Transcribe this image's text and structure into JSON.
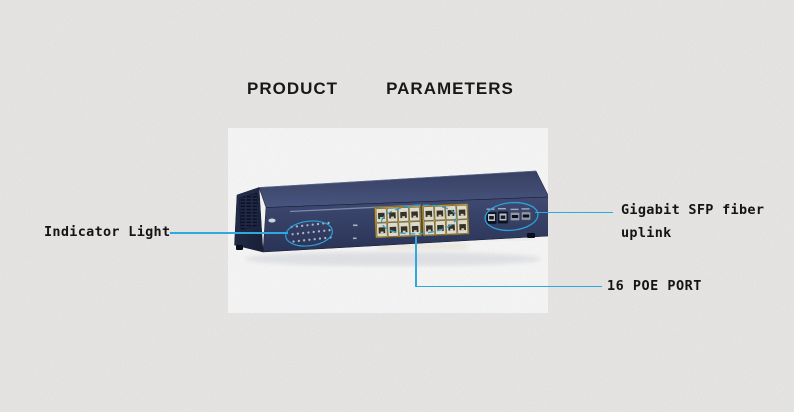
{
  "title": {
    "word1": "PRODUCT",
    "word2": "PARAMETERS",
    "full_text": "PRODUCT PARAMETERS"
  },
  "callouts": {
    "indicator_light": {
      "label": "Indicator Light"
    },
    "sfp_uplink": {
      "line1": "Gigabit SFP fiber",
      "line2": "uplink"
    },
    "poe": {
      "label": "16 POE PORT"
    }
  },
  "colors": {
    "accent": "#2da9e0",
    "page_bg": "#eeedec",
    "photo_bg": "#fdfdfd",
    "title_color": "#1a1a1a",
    "label_color": "#141414",
    "switch_top": "#45507a",
    "switch_front": "#3c4670",
    "switch_side": "#232b4a",
    "port_frame": "#c9a33a",
    "port_face": "#e9e4d3",
    "port_inner": "#36342a",
    "led_color": "#c9d4e6"
  },
  "switch": {
    "poe_ports": 16,
    "poe_port_groups": 2,
    "poe_rows_per_group": 2,
    "poe_cols_per_group": 4,
    "uplink_rj45_count": 2,
    "sfp_slot_count": 2,
    "led_rows": 3,
    "led_cols": 8
  }
}
